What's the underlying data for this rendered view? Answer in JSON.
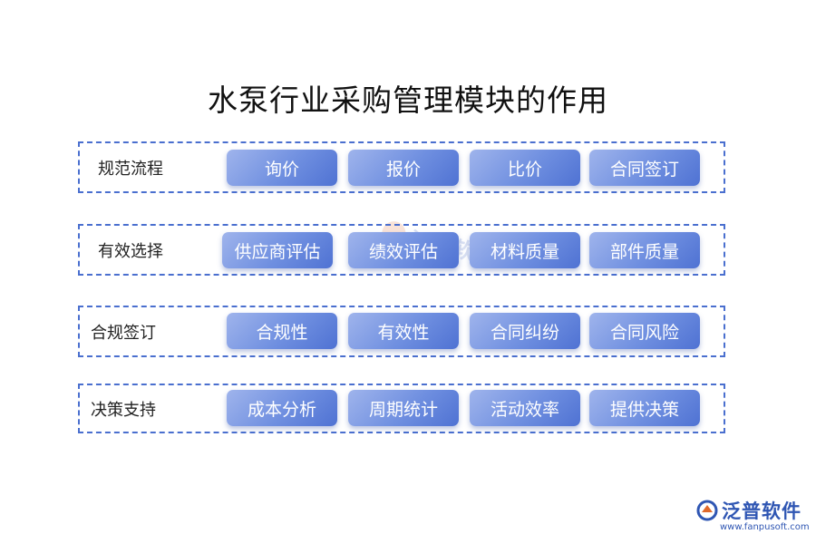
{
  "title": "水泵行业采购管理模块的作用",
  "groups": [
    {
      "label": "规范流程",
      "items": [
        "询价",
        "报价",
        "比价",
        "合同签订"
      ]
    },
    {
      "label": "有效选择",
      "items": [
        "供应商评估",
        "绩效评估",
        "材料质量",
        "部件质量"
      ]
    },
    {
      "label": "合规签订",
      "items": [
        "合规性",
        "有效性",
        "合同纠纷",
        "合同风险"
      ]
    },
    {
      "label": "决策支持",
      "items": [
        "成本分析",
        "周期统计",
        "活动效率",
        "提供决策"
      ]
    }
  ],
  "watermark": {
    "text": "泛普软件"
  },
  "brand": {
    "name": "泛普软件",
    "url": "www.fanpusoft.com"
  },
  "colors": {
    "border": "#4a6fcf",
    "item_start": "#9fb4ec",
    "item_end": "#4f72d3",
    "brand": "#2f56b3",
    "logo_accent": "#e06a2c"
  }
}
